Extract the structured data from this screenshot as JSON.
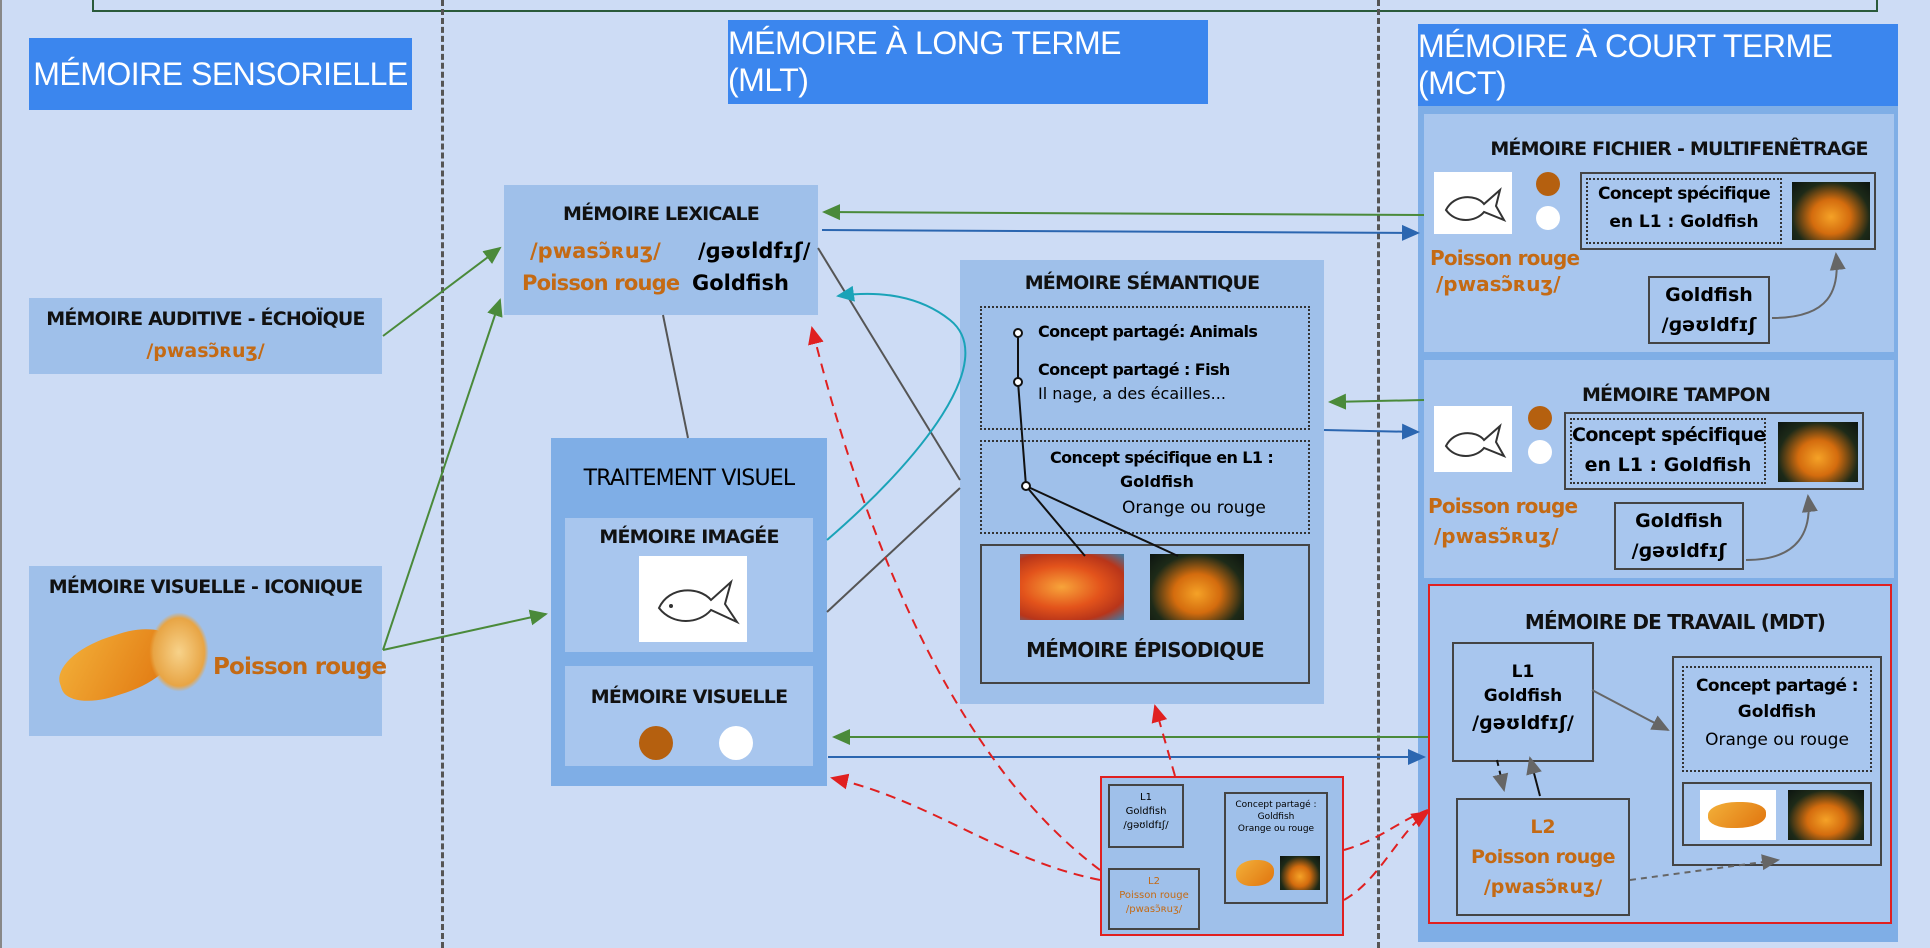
{
  "headers": {
    "sensorielle": "MÉMOIRE SENSORIELLE",
    "long_terme": "MÉMOIRE À LONG TERME (MLT)",
    "court_terme": "MÉMOIRE À COURT TERME (MCT)"
  },
  "sensorielle": {
    "auditive_title": "MÉMOIRE AUDITIVE - ÉCHOÏQUE",
    "auditive_phon": "/pwasɔ̃ʀuʒ/",
    "visuelle_title": "MÉMOIRE VISUELLE - ICONIQUE",
    "visuelle_word": "Poisson rouge"
  },
  "lexicale": {
    "title": "MÉMOIRE LEXICALE",
    "phon_l2": "/pwasɔ̃ʀuʒ/",
    "phon_l1": "/ɡəʊldfɪʃ/",
    "word_l2": "Poisson rouge",
    "word_l1": "Goldfish"
  },
  "traitement": {
    "title": "TRAITEMENT VISUEL",
    "imagee": "MÉMOIRE IMAGÉE",
    "visuelle": "MÉMOIRE VISUELLE"
  },
  "semantique": {
    "title": "MÉMOIRE SÉMANTIQUE",
    "c1": "Concept partagé: Animals",
    "c2": "Concept partagé : Fish",
    "c2_desc": "Il nage, a des écailles...",
    "c3a": "Concept spécifique en L1 :",
    "c3b": "Goldfish",
    "c3_desc": "Orange ou rouge",
    "episodique": "MÉMOIRE ÉPISODIQUE"
  },
  "fichier": {
    "title": "MÉMOIRE FICHIER - MULTIFENÊTRAGE",
    "concept_a": "Concept spécifique",
    "concept_b": "en L1  : Goldfish",
    "word_l2": "Poisson rouge",
    "phon_l2": "/pwasɔ̃ʀuʒ/",
    "word_l1": "Goldfish",
    "phon_l1": "/ɡəʊldfɪʃ"
  },
  "tampon": {
    "title": "MÉMOIRE TAMPON",
    "concept_a": "Concept spécifique",
    "concept_b": "en L1  : Goldfish",
    "word_l2": "Poisson rouge",
    "phon_l2": "/pwasɔ̃ʀuʒ/",
    "word_l1": "Goldfish",
    "phon_l1": "/ɡəʊldfɪʃ"
  },
  "travail": {
    "title": "MÉMOIRE DE TRAVAIL (MDT)",
    "l1_label": "L1",
    "l1_word": "Goldfish",
    "l1_phon": "/ɡəʊldfɪʃ/",
    "l2_label": "L2",
    "l2_word": "Poisson rouge",
    "l2_phon": "/pwasɔ̃ʀuʒ/",
    "shared_a": "Concept partagé :",
    "shared_b": "Goldfish",
    "shared_desc": "Orange ou rouge"
  },
  "colors": {
    "header": "#3b86ee",
    "orange_text": "#c46a14",
    "arrow_green": "#4a8a3a",
    "arrow_blue": "#2b66b0",
    "arrow_red": "#e02020",
    "arrow_teal": "#1aa3b8"
  }
}
